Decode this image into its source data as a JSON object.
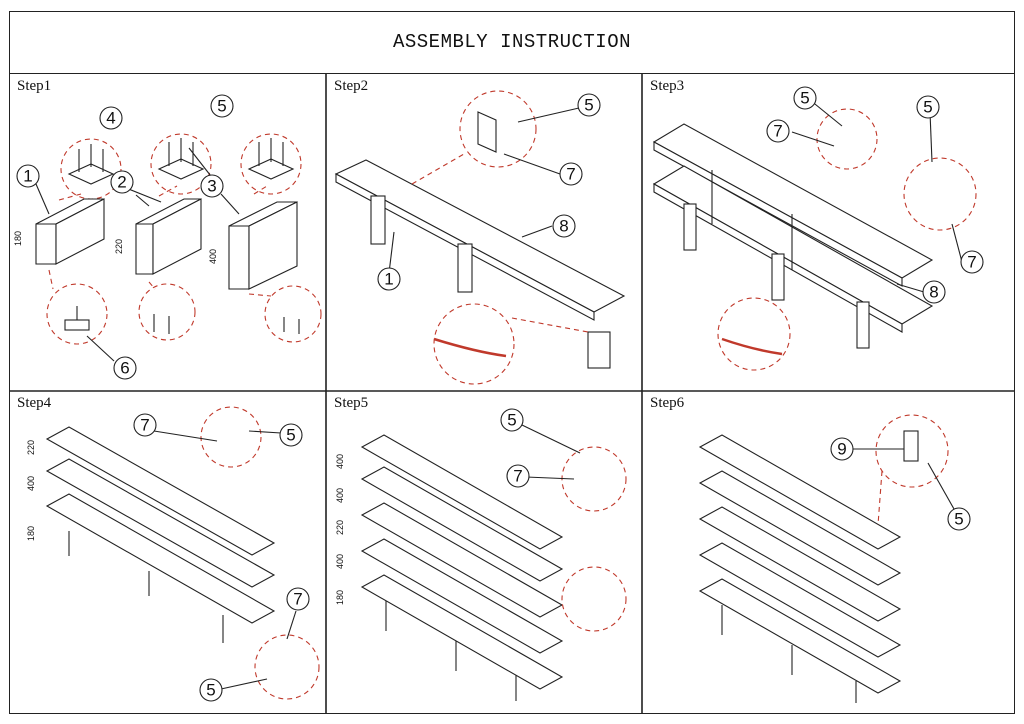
{
  "title": "ASSEMBLY INSTRUCTION",
  "steps": [
    {
      "label": "Step1",
      "callouts": [
        "1",
        "2",
        "3",
        "4",
        "5",
        "6"
      ],
      "dimensions": [
        "180",
        "220",
        "400"
      ]
    },
    {
      "label": "Step2",
      "callouts": [
        "5",
        "7",
        "8",
        "1"
      ]
    },
    {
      "label": "Step3",
      "callouts": [
        "5",
        "7",
        "5",
        "7",
        "8"
      ]
    },
    {
      "label": "Step4",
      "callouts": [
        "7",
        "5",
        "7",
        "5"
      ],
      "dimensions": [
        "220",
        "400",
        "180"
      ]
    },
    {
      "label": "Step5",
      "callouts": [
        "5",
        "7"
      ],
      "dimensions": [
        "400",
        "400",
        "220",
        "400",
        "180"
      ]
    },
    {
      "label": "Step6",
      "callouts": [
        "9",
        "5"
      ]
    }
  ],
  "colors": {
    "line": "#222222",
    "accent": "#c0392b"
  }
}
